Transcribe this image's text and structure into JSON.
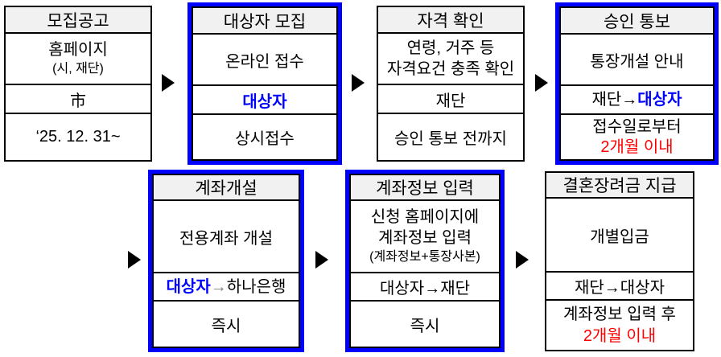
{
  "flow": {
    "icons": {
      "flow_arrow": "right-triangle-icon"
    },
    "colors": {
      "frame_blue": "#0000ff",
      "highlight_blue": "#0000ff",
      "alert_red": "#ff0000",
      "header_bg": "#f1f1f1",
      "border_black": "#000000"
    },
    "boxes": [
      {
        "title": "모집공고",
        "method_line1": "홈페이지",
        "method_line2": "(시, 재단)",
        "actor": "市",
        "timing": "‘25. 12. 31~"
      },
      {
        "title": "대상자 모집",
        "method": "온라인 접수",
        "actor": "대상자",
        "timing": "상시접수"
      },
      {
        "title": "자격 확인",
        "method_line1": "연령, 거주 등",
        "method_line2": "자격요건 충족 확인",
        "actor": "재단",
        "timing": "승인 통보 전까지"
      },
      {
        "title": "승인 통보",
        "method": "통장개설 안내",
        "actor_from": "재단→",
        "actor_to": "대상자",
        "timing_line1": "접수일로부터",
        "timing_line2": "2개월 이내"
      },
      {
        "title": "계좌개설",
        "method": "전용계좌 개설",
        "actor_from": "대상자",
        "actor_arrow": "→",
        "actor_to": "하나은행",
        "timing": "즉시"
      },
      {
        "title": "계좌정보 입력",
        "method_line1": "신청 홈페이지에",
        "method_line2": "계좌정보 입력",
        "method_line3": "(계좌정보+통장사본)",
        "actor": "대상자→재단",
        "timing": "즉시"
      },
      {
        "title": "결혼장려금 지급",
        "method": "개별입금",
        "actor": "재단→대상자",
        "timing_line1": "계좌정보 입력 후",
        "timing_line2": "2개월 이내"
      }
    ]
  }
}
